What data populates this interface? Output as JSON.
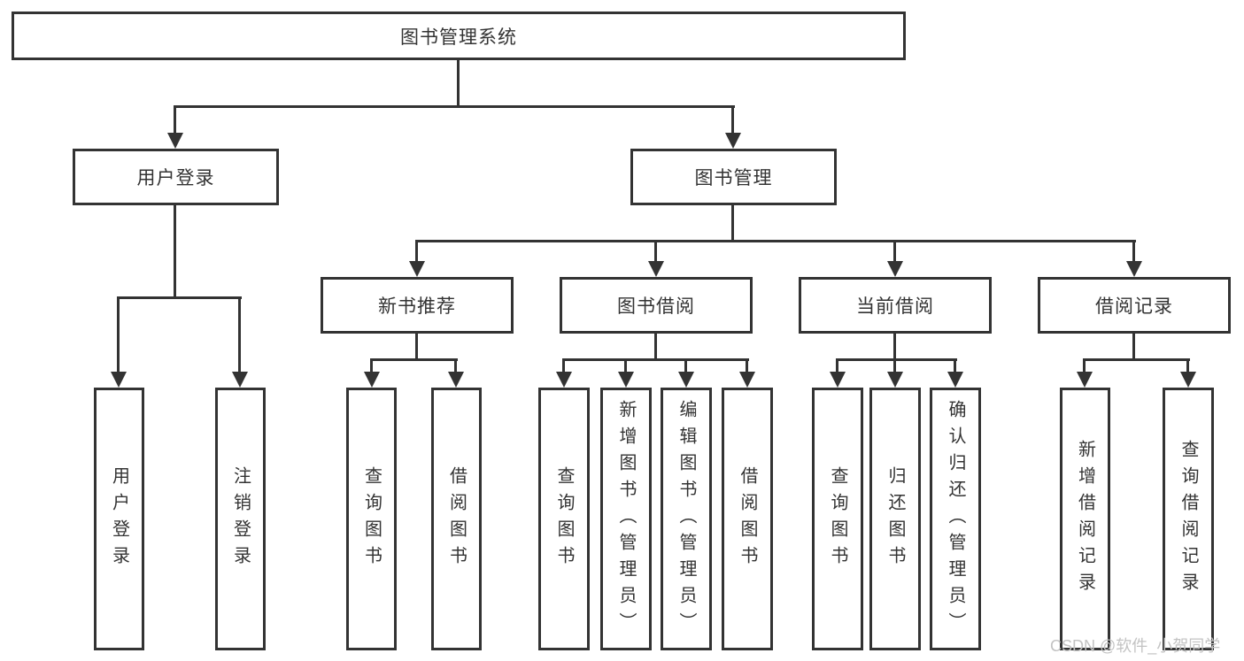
{
  "tree": {
    "label": "图书管理系统",
    "children": [
      {
        "label": "用户登录",
        "children": [
          {
            "label": "用户登录"
          },
          {
            "label": "注销登录"
          }
        ]
      },
      {
        "label": "图书管理",
        "children": [
          {
            "label": "新书推荐",
            "children": [
              {
                "label": "查询图书"
              },
              {
                "label": "借阅图书"
              }
            ]
          },
          {
            "label": "图书借阅",
            "children": [
              {
                "label": "查询图书"
              },
              {
                "label": "新增图书（管理员）"
              },
              {
                "label": "编辑图书（管理员）"
              },
              {
                "label": "借阅图书"
              }
            ]
          },
          {
            "label": "当前借阅",
            "children": [
              {
                "label": "查询图书"
              },
              {
                "label": "归还图书"
              },
              {
                "label": "确认归还（管理员）"
              }
            ]
          },
          {
            "label": "借阅记录",
            "children": [
              {
                "label": "新增借阅记录"
              },
              {
                "label": "查询借阅记录"
              }
            ]
          }
        ]
      }
    ]
  },
  "watermark": {
    "text": "CSDN @软件_小贺同学",
    "color": "#c3c3c3"
  },
  "colors": {
    "line": "#333333",
    "box_border": "#333333",
    "text": "#333333",
    "background": "#ffffff"
  }
}
